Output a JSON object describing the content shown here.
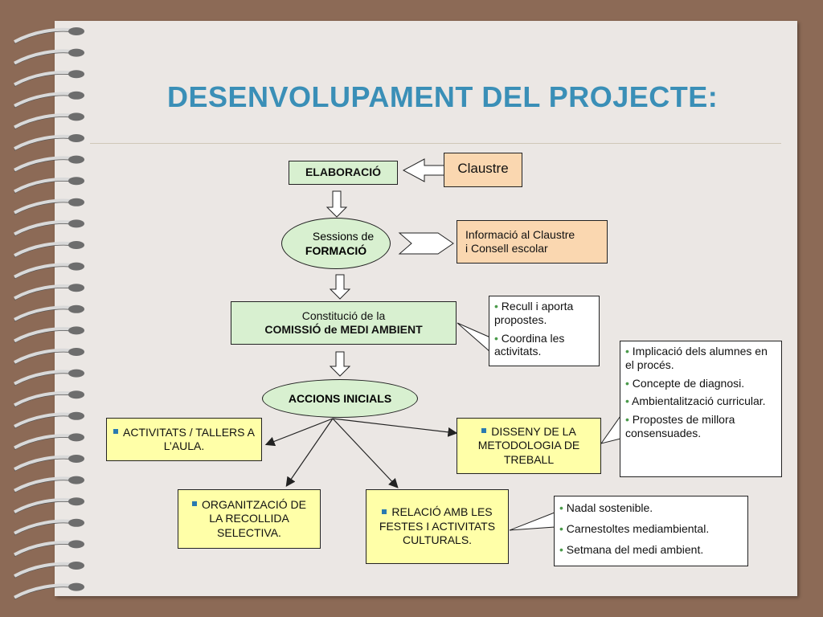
{
  "title": "DESENVOLUPAMENT DEL PROJECTE:",
  "nodes": {
    "elaboracio": "ELABORACIÓ",
    "claustre": "Claustre",
    "sessions_line1": "Sessions de",
    "sessions_line2": "FORMACIÓ",
    "info_line1": "Informació al Claustre",
    "info_line2": "i Consell escolar",
    "comissio_line1": "Constitució de la",
    "comissio_line2": "COMISSIÓ de MEDI AMBIENT",
    "accions": "ACCIONS INICIALS",
    "activitats": "ACTIVITATS / TALLERS A L’AULA.",
    "disseny": "DISSENY DE LA METODOLOGIA DE TREBALL",
    "organitzacio": "ORGANITZACIÓ DE LA RECOLLIDA SELECTIVA.",
    "relacio": "RELACIÓ AMB LES FESTES I ACTIVITATS CULTURALS."
  },
  "callouts": {
    "comissio": [
      "Recull i aporta propostes.",
      "Coordina les activitats."
    ],
    "disseny": [
      "Implicació dels alumnes en el procés.",
      "Concepte de diagnosi.",
      "Ambientalització curricular.",
      "Propostes de millora consensuades."
    ],
    "relacio": [
      "Nadal sostenible.",
      "Carnestoltes mediambiental.",
      "Setmana del medi ambient."
    ]
  },
  "colors": {
    "title": "#3a8fb7",
    "green_box": "#d8f0d0",
    "yellow_box": "#ffffa8",
    "peach_box": "#fad7b0",
    "background": "#8c6a56"
  }
}
